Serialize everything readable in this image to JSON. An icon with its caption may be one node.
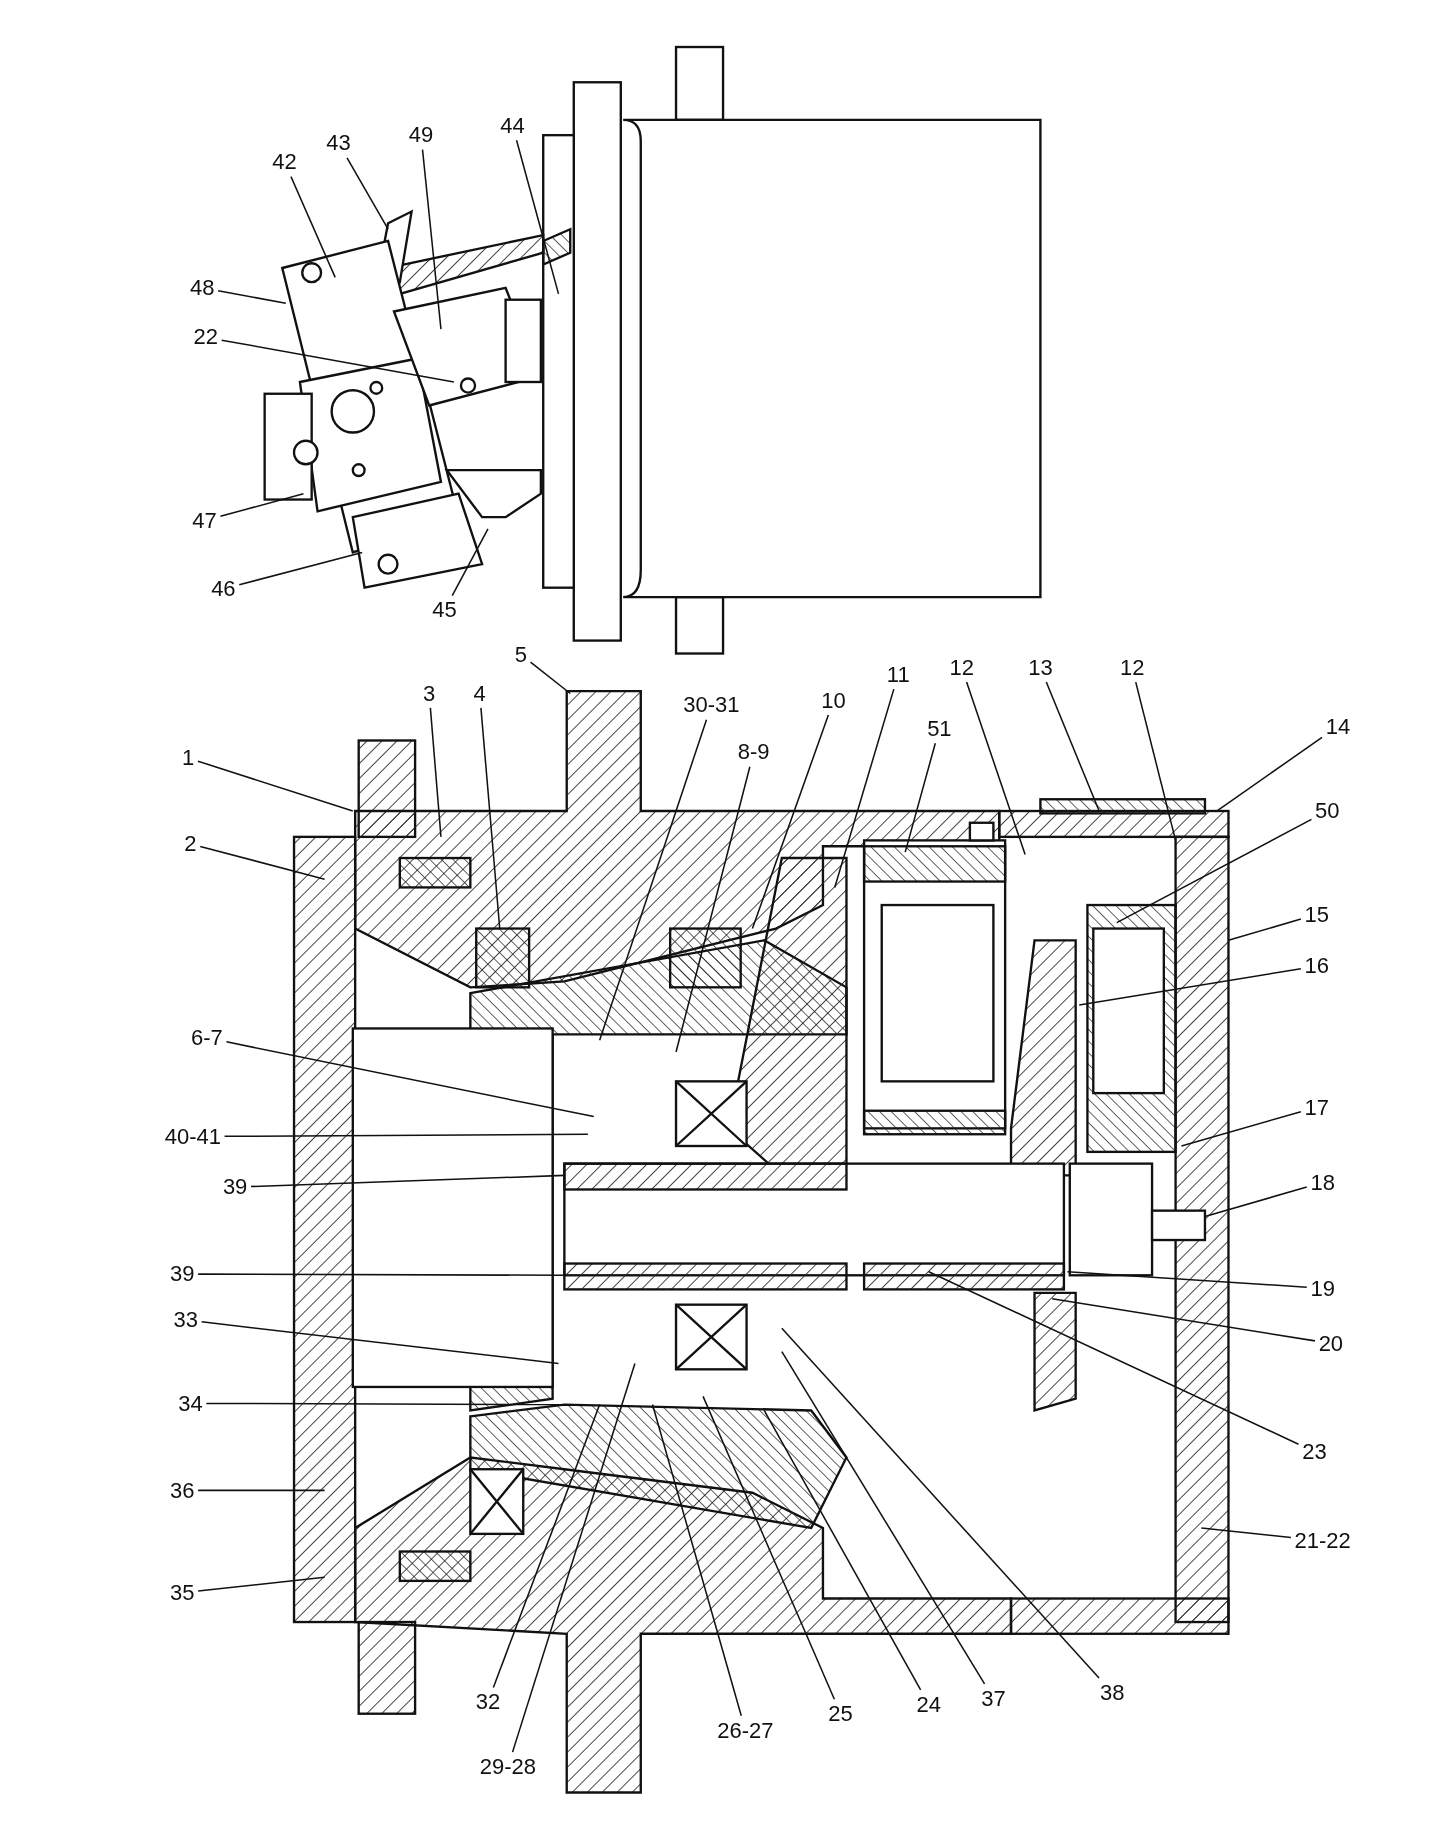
{
  "diagram": {
    "nodes": [
      {
        "text": [
          "42"
        ]
      },
      {
        "text": [
          "43"
        ]
      },
      {
        "text": [
          "49"
        ]
      },
      {
        "text": [
          "44"
        ]
      },
      {
        "text": [
          "48"
        ]
      },
      {
        "text": [
          "22"
        ]
      },
      {
        "text": [
          "47"
        ]
      },
      {
        "text": [
          "46"
        ]
      },
      {
        "text": [
          "45"
        ]
      },
      {
        "text": [
          "5"
        ]
      },
      {
        "text": [
          "3"
        ]
      },
      {
        "text": [
          "4"
        ]
      },
      {
        "text": [
          "30-31"
        ]
      },
      {
        "text": [
          "10"
        ]
      },
      {
        "text": [
          "11"
        ]
      },
      {
        "text": [
          "12"
        ]
      },
      {
        "text": [
          "13"
        ]
      },
      {
        "text": [
          "12"
        ]
      },
      {
        "text": [
          "8-9"
        ]
      },
      {
        "text": [
          "51"
        ]
      },
      {
        "text": [
          "14"
        ]
      },
      {
        "text": [
          "1"
        ]
      },
      {
        "text": [
          "50"
        ]
      },
      {
        "text": [
          "2"
        ]
      },
      {
        "text": [
          "15"
        ]
      },
      {
        "text": [
          "16"
        ]
      },
      {
        "text": [
          "6-7"
        ]
      },
      {
        "text": [
          "17"
        ]
      },
      {
        "text": [
          "40-41"
        ]
      },
      {
        "text": [
          "18"
        ]
      },
      {
        "text": [
          "39"
        ]
      },
      {
        "text": [
          "39"
        ]
      },
      {
        "text": [
          "19"
        ]
      },
      {
        "text": [
          "33"
        ]
      },
      {
        "text": [
          "20"
        ]
      },
      {
        "text": [
          "34"
        ]
      },
      {
        "text": [
          "23"
        ]
      },
      {
        "text": [
          "36"
        ]
      },
      {
        "text": [
          "21-22"
        ]
      },
      {
        "text": [
          "35"
        ]
      },
      {
        "text": [
          "32"
        ]
      },
      {
        "text": [
          "26-27"
        ]
      },
      {
        "text": [
          "25"
        ]
      },
      {
        "text": [
          "24"
        ]
      },
      {
        "text": [
          "37"
        ]
      },
      {
        "text": [
          "38"
        ]
      },
      {
        "text": [
          "29-28"
        ]
      }
    ],
    "edges": [
      {
        "from": 0,
        "to": null,
        "arrow": "none"
      },
      {
        "from": 1,
        "to": null,
        "arrow": "none"
      },
      {
        "from": 2,
        "to": null,
        "arrow": "none"
      },
      {
        "from": 3,
        "to": null,
        "arrow": "none"
      },
      {
        "from": 4,
        "to": null,
        "arrow": "none"
      },
      {
        "from": 5,
        "to": null,
        "arrow": "none"
      },
      {
        "from": 6,
        "to": null,
        "arrow": "none"
      },
      {
        "from": 7,
        "to": null,
        "arrow": "none"
      },
      {
        "from": 8,
        "to": null,
        "arrow": "none"
      },
      {
        "from": 9,
        "to": null,
        "arrow": "none"
      },
      {
        "from": 10,
        "to": null,
        "arrow": "none"
      },
      {
        "from": 11,
        "to": null,
        "arrow": "none"
      },
      {
        "from": 12,
        "to": null,
        "arrow": "none"
      },
      {
        "from": 13,
        "to": null,
        "arrow": "none"
      },
      {
        "from": 14,
        "to": null,
        "arrow": "none"
      },
      {
        "from": 15,
        "to": null,
        "arrow": "none"
      },
      {
        "from": 16,
        "to": null,
        "arrow": "none"
      },
      {
        "from": 17,
        "to": null,
        "arrow": "none"
      },
      {
        "from": 18,
        "to": null,
        "arrow": "none"
      },
      {
        "from": 19,
        "to": null,
        "arrow": "none"
      },
      {
        "from": 20,
        "to": null,
        "arrow": "none"
      },
      {
        "from": 21,
        "to": null,
        "arrow": "none"
      },
      {
        "from": 22,
        "to": null,
        "arrow": "none"
      },
      {
        "from": 23,
        "to": null,
        "arrow": "none"
      },
      {
        "from": 24,
        "to": null,
        "arrow": "none"
      },
      {
        "from": 25,
        "to": null,
        "arrow": "none"
      },
      {
        "from": 26,
        "to": null,
        "arrow": "none"
      },
      {
        "from": 27,
        "to": null,
        "arrow": "none"
      },
      {
        "from": 28,
        "to": null,
        "arrow": "none"
      },
      {
        "from": 29,
        "to": null,
        "arrow": "none"
      },
      {
        "from": 30,
        "to": null,
        "arrow": "none"
      },
      {
        "from": 31,
        "to": null,
        "arrow": "none"
      },
      {
        "from": 32,
        "to": null,
        "arrow": "none"
      },
      {
        "from": 33,
        "to": null,
        "arrow": "none"
      },
      {
        "from": 34,
        "to": null,
        "arrow": "none"
      },
      {
        "from": 35,
        "to": null,
        "arrow": "none"
      },
      {
        "from": 36,
        "to": null,
        "arrow": "none"
      },
      {
        "from": 37,
        "to": null,
        "arrow": "none"
      },
      {
        "from": 38,
        "to": null,
        "arrow": "none"
      },
      {
        "from": 39,
        "to": null,
        "arrow": "none"
      },
      {
        "from": 40,
        "to": null,
        "arrow": "none"
      },
      {
        "from": 41,
        "to": null,
        "arrow": "none"
      },
      {
        "from": 42,
        "to": null,
        "arrow": "none"
      },
      {
        "from": 43,
        "to": null,
        "arrow": "none"
      },
      {
        "from": 44,
        "to": null,
        "arrow": "none"
      },
      {
        "from": 45,
        "to": null,
        "arrow": "none"
      },
      {
        "from": 46,
        "to": null,
        "arrow": "none"
      }
    ]
  }
}
